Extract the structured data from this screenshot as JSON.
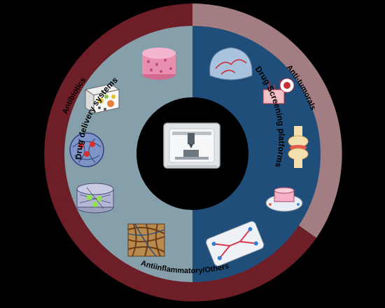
{
  "outer_ring": {
    "segments": [
      {
        "label": "Antibiotics",
        "color": "#6e1e26"
      },
      {
        "label": "Anti-tumorals",
        "color": "#a27d82"
      },
      {
        "label": "Antiinflammatory/Others",
        "color": "#6e1e26"
      }
    ]
  },
  "inner_ring": {
    "left_label": "Drug delivery systems",
    "right_label": "Drug Screening platforms",
    "left_color": "#86a0ab",
    "right_color": "#1f4e7a"
  },
  "center": {
    "icon": "3d-printer-icon",
    "color": "#000000"
  },
  "left_icons": [
    {
      "name": "pink-cylinder-scaffold-icon"
    },
    {
      "name": "colored-particle-cube-icon"
    },
    {
      "name": "nanoparticle-network-sphere-icon"
    },
    {
      "name": "hydrogel-cylinder-with-particles-icon"
    },
    {
      "name": "fibrous-mesh-cube-icon"
    }
  ],
  "right_icons": [
    {
      "name": "vascularized-tissue-dome-icon"
    },
    {
      "name": "tumor-tissue-icon"
    },
    {
      "name": "knee-joint-icon"
    },
    {
      "name": "tissue-on-plate-icon"
    },
    {
      "name": "microfluidic-chip-icon"
    }
  ]
}
